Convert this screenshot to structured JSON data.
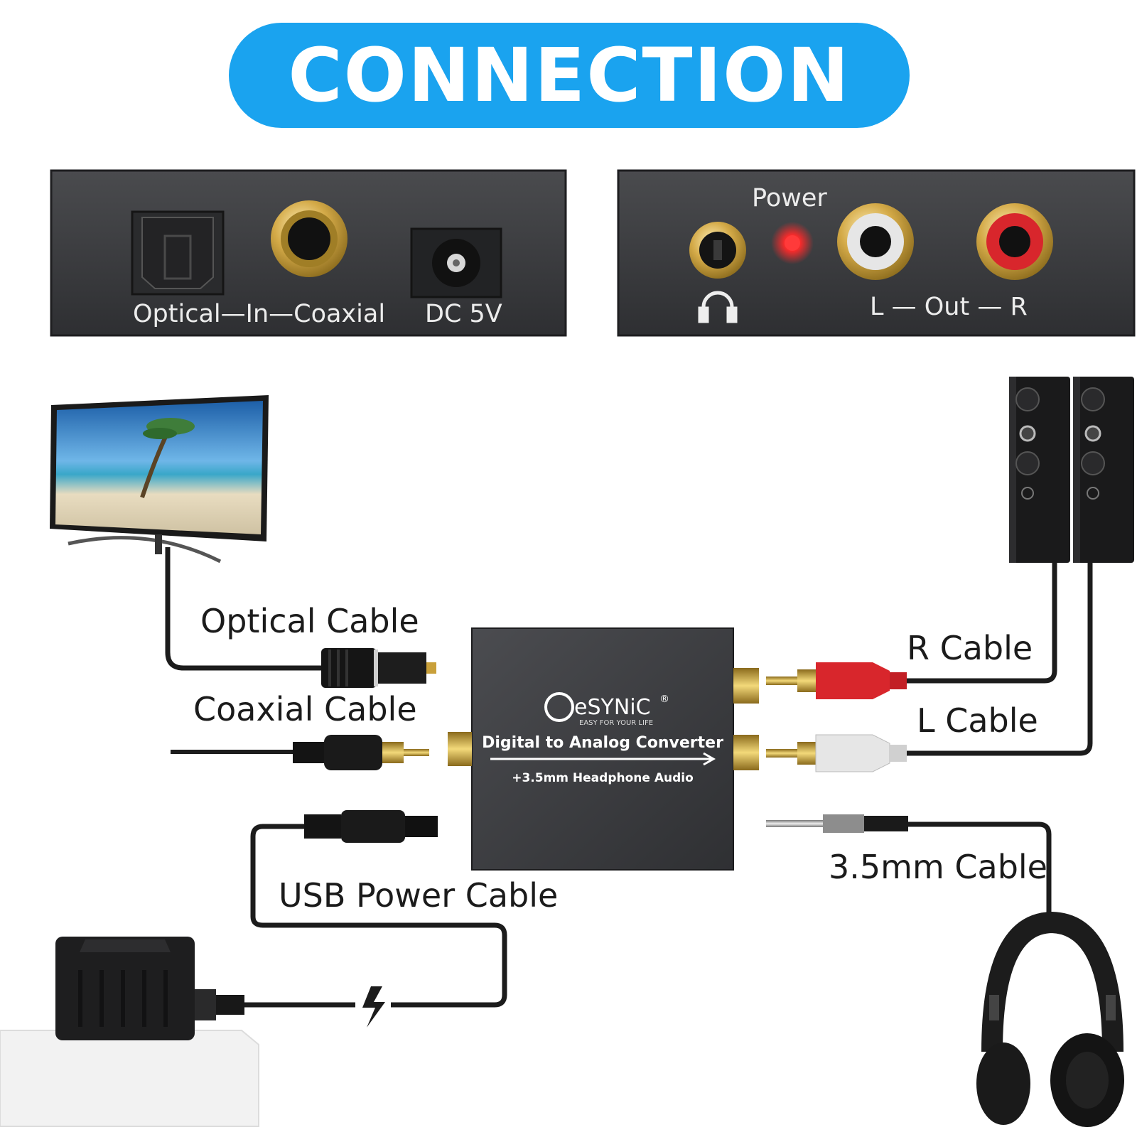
{
  "header": {
    "title": "CONNECTION"
  },
  "panels": {
    "input_panel": {
      "port_label": "Optical—In—Coaxial",
      "dc_label": "DC 5V"
    },
    "output_panel": {
      "power_label": "Power",
      "out_label": "L — Out — R"
    }
  },
  "device": {
    "brand": "eSYNiC",
    "registered": "®",
    "tagline": "EASY FOR YOUR LIFE",
    "name": "Digital to Analog Converter",
    "subtitle": "+3.5mm Headphone Audio"
  },
  "cables": {
    "optical": "Optical Cable",
    "coaxial": "Coaxial Cable",
    "usb_power": "USB Power Cable",
    "r_cable": "R Cable",
    "l_cable": "L Cable",
    "headphone": "3.5mm Cable"
  },
  "colors": {
    "header_bg": "#1aa3ef",
    "panel": "#3a3b3e",
    "gold": "#c9a03a",
    "rca_red": "#d8262c",
    "rca_white": "#e6e6e6",
    "led": "#ff2a2a"
  },
  "icons": [
    "headphone-icon",
    "lightning-icon",
    "optical-port-icon",
    "dc-port-icon"
  ]
}
